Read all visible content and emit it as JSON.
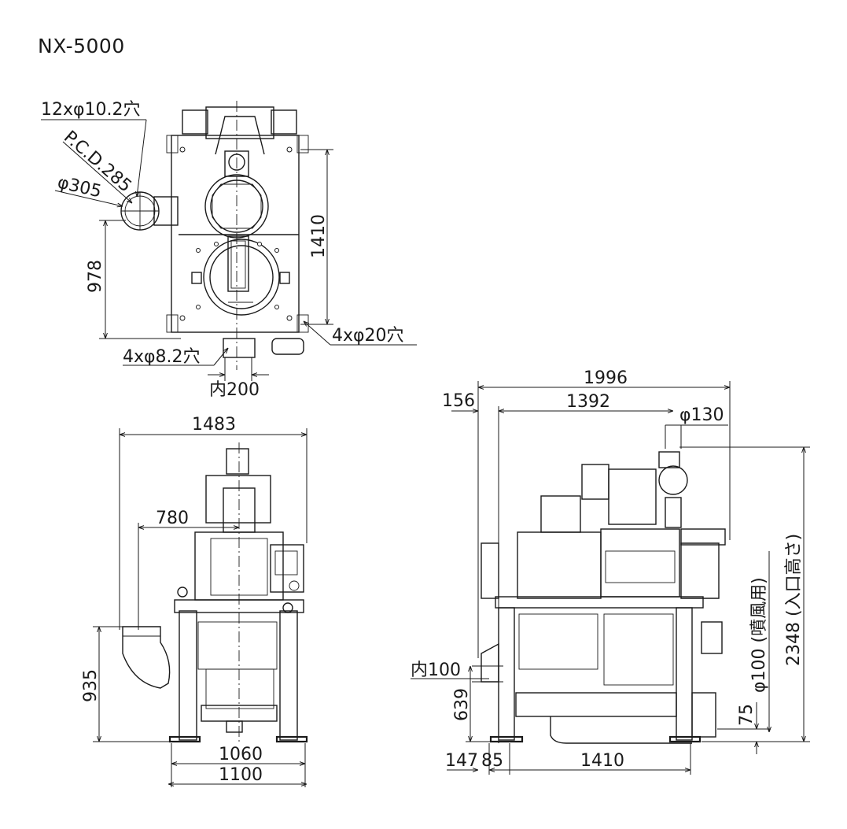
{
  "model": "NX-5000",
  "dims": {
    "top_holes_flange": "12xφ10.2穴",
    "pcd": "P.C.D.285",
    "phi305": "φ305",
    "d978": "978",
    "d1410_top": "1410",
    "holes_4x20": "4xφ20穴",
    "holes_4x8": "4xφ8.2穴",
    "inner200": "内200",
    "d1483": "1483",
    "d780": "780",
    "d935": "935",
    "d1060": "1060",
    "d1100": "1100",
    "d1996": "1996",
    "d156": "156",
    "d1392": "1392",
    "phi130": "φ130",
    "d2348": "2348 (入口高さ)",
    "phi100": "φ100 (噴風用)",
    "inner100": "内100",
    "d639": "639",
    "d75": "75",
    "d147": "147",
    "d85": "85",
    "d1410_side": "1410"
  }
}
